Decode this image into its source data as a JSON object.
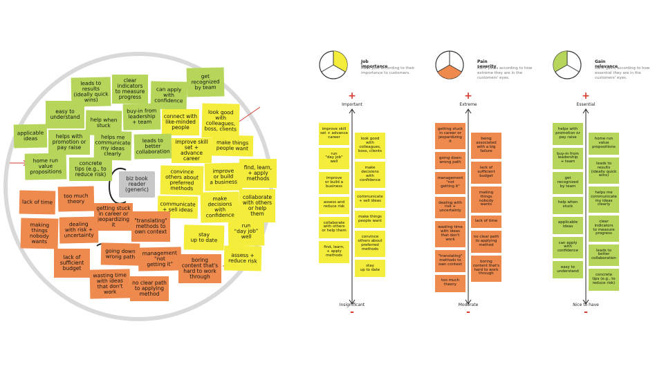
{
  "canvas": {
    "center_label": "biz book\nreader\n(generic)",
    "notes": [
      {
        "id": "c1",
        "text": "leads to\nresults\n(ideally quick\nwins)",
        "color": "green"
      },
      {
        "id": "c2",
        "text": "clear\nindicators\nto measure\nprogress",
        "color": "green"
      },
      {
        "id": "c3",
        "text": "can apply\nwith\nconfidence",
        "color": "green"
      },
      {
        "id": "c4",
        "text": "get\nrecognized\nby team",
        "color": "green"
      },
      {
        "id": "c5",
        "text": "easy to\nunderstand",
        "color": "green"
      },
      {
        "id": "c6",
        "text": "help when\nstuck",
        "color": "green"
      },
      {
        "id": "c7",
        "text": "buy-in from\nleadership\n+ team",
        "color": "green"
      },
      {
        "id": "c8",
        "text": "connect with\nlike-minded\npeople",
        "color": "yellow"
      },
      {
        "id": "c9",
        "text": "look good\nwith\ncolleagues,\nboss, clients",
        "color": "yellow"
      },
      {
        "id": "c10",
        "text": "applicable\nideas",
        "color": "green"
      },
      {
        "id": "c11",
        "text": "helps with\npromotion or\npay raise",
        "color": "green"
      },
      {
        "id": "c12",
        "text": "helps me\ncommunicate\nmy ideas\nclearly",
        "color": "green"
      },
      {
        "id": "c13",
        "text": "leads to\nbetter\ncollaboration",
        "color": "green"
      },
      {
        "id": "c14",
        "text": "improve skill\nset + advance\ncareer",
        "color": "yellow"
      },
      {
        "id": "c15",
        "text": "make things\npeople want",
        "color": "yellow"
      },
      {
        "id": "c16",
        "text": "home run\nvalue\npropositions",
        "color": "green"
      },
      {
        "id": "c17",
        "text": "concrete\ntips (e.g., to\nreduce risk)",
        "color": "green"
      },
      {
        "id": "c18",
        "text": "convince\nothers about\npreferred\nmethods",
        "color": "yellow"
      },
      {
        "id": "c19",
        "text": "improve\nor build\na business",
        "color": "yellow"
      },
      {
        "id": "c20",
        "text": "find, learn,\n+ apply\nmethods",
        "color": "yellow"
      },
      {
        "id": "c21",
        "text": "lack of time",
        "color": "orange"
      },
      {
        "id": "c22",
        "text": "too much\ntheory",
        "color": "orange"
      },
      {
        "id": "c23",
        "text": "getting stuck\nin career or\njeopardizing\nit",
        "color": "orange"
      },
      {
        "id": "c24",
        "text": "communicate\n+ sell ideas",
        "color": "yellow"
      },
      {
        "id": "c25",
        "text": "make\ndecisions\nwith\nconfidence",
        "color": "yellow"
      },
      {
        "id": "c26",
        "text": "collaborate\nwith others\nor help them",
        "color": "yellow"
      },
      {
        "id": "c27",
        "text": "making\nthings\nnobody\nwants",
        "color": "orange"
      },
      {
        "id": "c28",
        "text": "dealing\nwith risk +\nuncertainty",
        "color": "orange"
      },
      {
        "id": "c29",
        "text": "\"translating\"\nmethods to\nown context",
        "color": "orange"
      },
      {
        "id": "c30",
        "text": "stay\nup to date",
        "color": "yellow"
      },
      {
        "id": "c31",
        "text": "run\n\"day job\"\nwell",
        "color": "yellow"
      },
      {
        "id": "c32",
        "text": "lack of\nsufficient\nbudget",
        "color": "orange"
      },
      {
        "id": "c33",
        "text": "going down\nwrong path",
        "color": "orange"
      },
      {
        "id": "c34",
        "text": "management\n\"not\ngetting it\"",
        "color": "orange"
      },
      {
        "id": "c35",
        "text": "boring\ncontent that's\nhard to work\nthrough",
        "color": "orange"
      },
      {
        "id": "c36",
        "text": "assess +\nreduce risk",
        "color": "yellow"
      },
      {
        "id": "c37",
        "text": "wasting time\nwith ideas\nthat don't\nwork",
        "color": "orange"
      },
      {
        "id": "c38",
        "text": "no clear path\nto applying\nmethod",
        "color": "orange"
      }
    ]
  },
  "columns": [
    {
      "title": "Job importance",
      "subtitle": "Rank jobs according to their importance to customers.",
      "top_label": "Important",
      "bottom_label": "Insignificant",
      "accent": "#f4ed3c",
      "left": [
        "improve skill\nset + advance\ncareer",
        "run\n\"day job\"\nwell",
        "improve\nor build a\nbusiness",
        "assess and\nreduce risk",
        "collaborate\nwith others\nor help them",
        "find, learn,\n+ apply\nmethods"
      ],
      "right": [
        "look good\nwith\ncolleagues,\nboss, clients",
        "make\ndecisions\nwith\nconfidence",
        "communicate\n+ sell ideas",
        "make things\npeople want",
        "convince\nothers about\npreferred\nmethods",
        "stay\nup to date"
      ]
    },
    {
      "title": "Pain severity",
      "subtitle": "Rank pains according to how extreme they are in the customers' eyes.",
      "top_label": "Extreme",
      "bottom_label": "Moderate",
      "accent": "#ef8a4e",
      "left": [
        "getting stuck\nin career or\njeopardizing\nit",
        "going down\nwrong path",
        "management\n\"not\ngetting it\"",
        "dealing with\nrisk +\nuncertainty",
        "wasting time\nwith ideas\nthat don't\nwork",
        "\"translating\"\nmethods to\nown context",
        "too much\ntheory"
      ],
      "right": [
        "being\nassociated\nwith a big\nfailure",
        "lack of\nsufficient\nbudget",
        "making\nthings\nnobody\nwants",
        "lack of time",
        "no clear path\nto applying\nmethod",
        "boring\ncontent that's\nhard to work\nthrough"
      ]
    },
    {
      "title": "Gain relevance",
      "subtitle": "Rank gains according to how essential they are in the customers' eyes.",
      "top_label": "Essential",
      "bottom_label": "Nice to have",
      "accent": "#b5d65a",
      "left": [
        "helps with\npromotion or\npay raise",
        "buy-in from\nleadership\n+ team",
        "get\nrecognized\nby team",
        "help when\nstuck",
        "applicable\nideas",
        "can apply\nwith\nconfidence",
        "easy to\nunderstand"
      ],
      "right": [
        "home run\nvalue\npropositions",
        "leads to\nresults\n(ideally quick\nwins)",
        "helps me\ncommunicate\nmy ideas\nclearly",
        "clear\nindicators\nto measure\nprogress",
        "leads to\nbetter\ncollaboration",
        "concrete\ntips (e.g., to\nreduce risk)"
      ]
    }
  ],
  "plus_symbol": "+",
  "minus_symbol": "-"
}
